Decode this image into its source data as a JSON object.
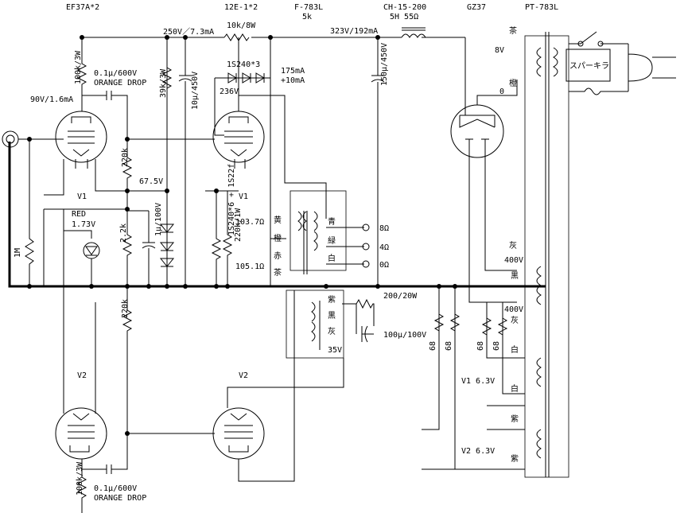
{
  "labels": {
    "tube_ef37a": "EF37A*2",
    "tube_12e1": "12E-1*2",
    "ot_model": "F-783L",
    "ot_imp": "5k",
    "choke_model": "CH-15-200",
    "choke_spec": "5H 55Ω",
    "rect_tube": "GZ37",
    "pt_model": "PT-783L",
    "r_100k_3w_top": "100k/3W",
    "c_01_top_a": "0.1μ/600V",
    "c_01_top_b": "ORANGE DROP",
    "v_90": "90V/1.6mA",
    "v_250": "250V／7.3mA",
    "r_10k_8w": "10k/8W",
    "diode_1s240_3": "1S240*3",
    "i_175": "175mA",
    "i_10": "+10mA",
    "v_236": "236V",
    "v_323": "323V/192mA",
    "c_150": "150μ/450V",
    "pt_8v": "8V",
    "pt_0": "0",
    "pt_cha": "茶",
    "pt_dai": "橙",
    "switch_label": "スパーキラ",
    "r_39k_3w": "39k/3W",
    "c_10_450": "10μ/450V",
    "r_220k_a": "220k",
    "v_675": "67.5V",
    "v1_left": "V1",
    "v1_right": "V1",
    "led_red": "RED",
    "v_173": "1.73V",
    "c_1_100": "1μ/100V",
    "r_22k": "2.2k",
    "r_1m": "1M",
    "zener_label": "1S240*6 + 1S22f",
    "r_220k_1w": "220k/1W",
    "r_1037": "103.7Ω",
    "r_1051": "105.1Ω",
    "ot_yellow": "黄",
    "ot_orange": "橙",
    "ot_red": "赤",
    "ot_brown": "茶",
    "ot_blue": "青",
    "ot_green": "緑",
    "ot_white": "白",
    "ot_purple": "紫",
    "ot_black": "黒",
    "ot_grey": "灰",
    "out_8": "8Ω",
    "out_4": "4Ω",
    "out_0": "0Ω",
    "v_35": "35V",
    "r_200_20w": "200/20W",
    "c_100_100": "100μ/100V",
    "r_68_a": "68",
    "r_68_b": "68",
    "r_68_c": "68",
    "r_68_d": "68",
    "pt_grey": "灰",
    "pt_400v_a": "400V",
    "pt_black": "黒",
    "pt_400v_b": "400V",
    "pt_grey2": "灰",
    "pt_white_a": "白",
    "pt_v1_63": "V1 6.3V",
    "pt_white_b": "白",
    "pt_purple_a": "紫",
    "pt_v2_63": "V2 6.3V",
    "pt_purple_b": "紫",
    "r_220k_b": "220k",
    "v2_left": "V2",
    "v2_right": "V2",
    "r_100k_3w_bot": "100k/3W",
    "c_01_bot_a": "0.1μ/600V",
    "c_01_bot_b": "ORANGE DROP"
  }
}
